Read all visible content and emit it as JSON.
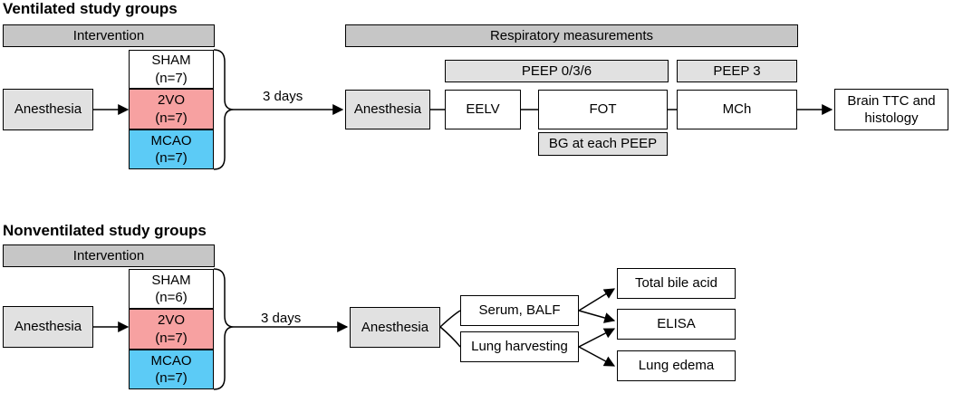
{
  "ventilated": {
    "title": "Ventilated study groups",
    "intervention_header": "Intervention",
    "anesthesia": "Anesthesia",
    "groups": [
      {
        "name": "SHAM",
        "n": "(n=7)"
      },
      {
        "name": "2VO",
        "n": "(n=7)"
      },
      {
        "name": "MCAO",
        "n": "(n=7)"
      }
    ],
    "days_label": "3 days",
    "resp_header": "Respiratory measurements",
    "peep_all": "PEEP 0/3/6",
    "peep_3": "PEEP 3",
    "anesthesia2": "Anesthesia",
    "eelv": "EELV",
    "fot": "FOT",
    "mch": "MCh",
    "bg": "BG at each PEEP",
    "brain_line1": "Brain TTC and",
    "brain_line2": "histology"
  },
  "nonventilated": {
    "title": "Nonventilated study groups",
    "intervention_header": "Intervention",
    "anesthesia": "Anesthesia",
    "groups": [
      {
        "name": "SHAM",
        "n": "(n=6)"
      },
      {
        "name": "2VO",
        "n": "(n=7)"
      },
      {
        "name": "MCAO",
        "n": "(n=7)"
      }
    ],
    "days_label": "3 days",
    "anesthesia2": "Anesthesia",
    "serum_balf": "Serum, BALF",
    "lung_harvesting": "Lung harvesting",
    "total_bile_acid": "Total bile acid",
    "elisa": "ELISA",
    "lung_edema": "Lung edema"
  },
  "colors": {
    "header_grey": "#c6c6c6",
    "box_grey": "#e1e1e1",
    "pink": "#f7a1a1",
    "blue": "#5ccbf6"
  }
}
